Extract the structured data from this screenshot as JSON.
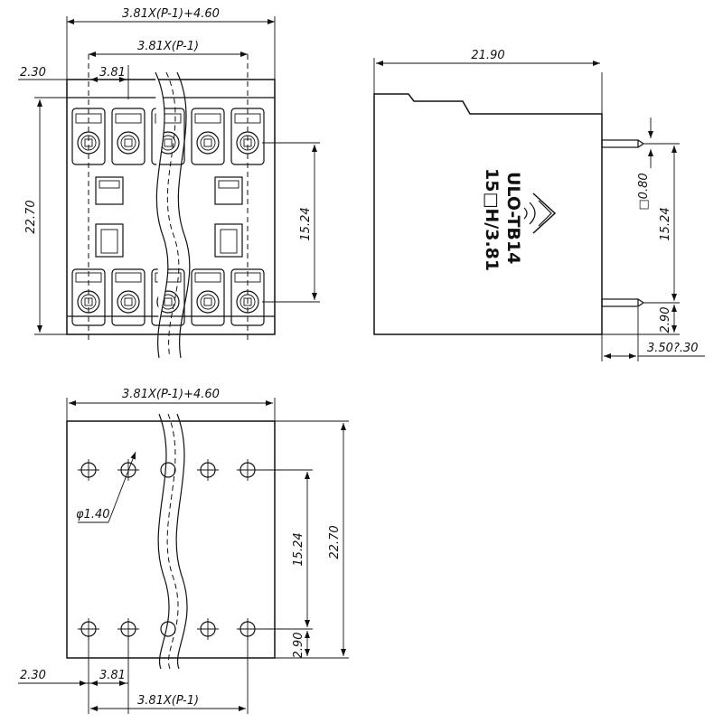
{
  "top_view": {
    "dim_overall_width": "3.81X(P-1)+4.60",
    "dim_pitch_span": "3.81X(P-1)",
    "dim_edge": "2.30",
    "dim_pitch": "3.81",
    "dim_height": "22.70",
    "dim_row_spacing": "15.24"
  },
  "side_view": {
    "dim_depth": "21.90",
    "dim_pin_square": "□0.80",
    "dim_pin_spacing": "15.24",
    "dim_pin_offset": "2.90",
    "dim_pin_length": "3.50?.30",
    "label_line1": "ULO-TB14",
    "label_line2": "15□H/3.81"
  },
  "bottom_view": {
    "dim_overall_width": "3.81X(P-1)+4.60",
    "dim_hole": "φ1.40",
    "dim_row_spacing": "15.24",
    "dim_height": "22.70",
    "dim_pin_offset": "2.90",
    "dim_edge": "2.30",
    "dim_pitch": "3.81",
    "dim_pitch_span": "3.81X(P-1)"
  }
}
